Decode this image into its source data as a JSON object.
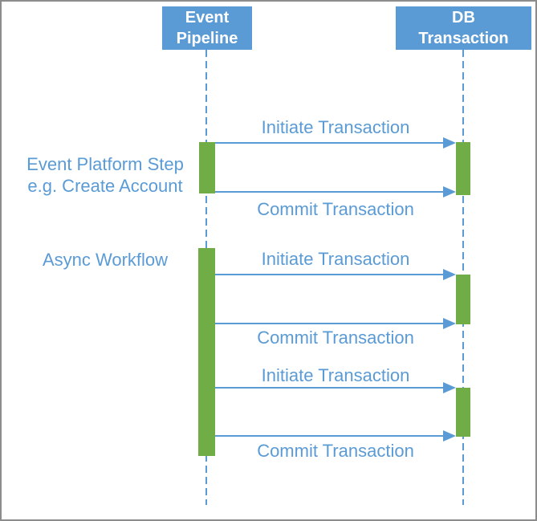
{
  "diagram": {
    "title": "Event pipeline / DB transaction sequence diagram",
    "colors": {
      "accent_blue": "#5B9BD5",
      "activation_green": "#70AD47",
      "frame_border_gray": "#8C8C8C",
      "actor_text": "#FFFFFF",
      "background": "#FFFFFF"
    },
    "actors": [
      {
        "id": "event-pipeline",
        "line1": "Event",
        "line2": "Pipeline"
      },
      {
        "id": "db-transaction",
        "line1": "DB",
        "line2": "Transaction"
      }
    ],
    "annotations": [
      {
        "line1": "Event Platform Step",
        "line2": "e.g. Create Account"
      },
      {
        "line1": "Async Workflow"
      }
    ],
    "messages": [
      {
        "label": "Initiate Transaction",
        "from": "event-pipeline",
        "to": "db-transaction",
        "direction": "right"
      },
      {
        "label": "Commit Transaction",
        "from": "event-pipeline",
        "to": "db-transaction",
        "direction": "right"
      },
      {
        "label": "Initiate Transaction",
        "from": "event-pipeline",
        "to": "db-transaction",
        "direction": "right"
      },
      {
        "label": "Commit Transaction",
        "from": "event-pipeline",
        "to": "db-transaction",
        "direction": "right"
      },
      {
        "label": "Initiate Transaction",
        "from": "event-pipeline",
        "to": "db-transaction",
        "direction": "right"
      },
      {
        "label": "Commit Transaction",
        "from": "event-pipeline",
        "to": "db-transaction",
        "direction": "right"
      }
    ]
  }
}
